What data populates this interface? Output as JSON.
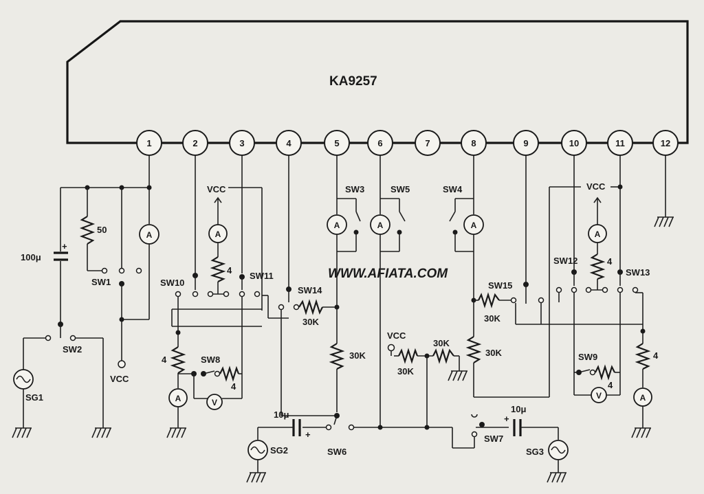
{
  "chip": {
    "name": "KA9257"
  },
  "watermark": "WWW.AFIATA.COM",
  "pins": [
    "1",
    "2",
    "3",
    "4",
    "5",
    "6",
    "7",
    "8",
    "9",
    "10",
    "11",
    "12"
  ],
  "switches": {
    "sw1": "SW1",
    "sw2": "SW2",
    "sw3": "SW3",
    "sw4": "SW4",
    "sw5": "SW5",
    "sw6": "SW6",
    "sw7": "SW7",
    "sw8": "SW8",
    "sw9": "SW9",
    "sw10": "SW10",
    "sw11": "SW11",
    "sw12": "SW12",
    "sw13": "SW13",
    "sw14": "SW14",
    "sw15": "SW15"
  },
  "resistors": {
    "r50": "50",
    "r4a": "4",
    "r4b": "4",
    "r4c": "4",
    "r4d": "4",
    "r4e": "4",
    "r4f": "4",
    "r30k_14": "30K",
    "r30k_5": "30K",
    "r30k_vcc": "30K",
    "r30k_mid": "30K",
    "r30k_8": "30K",
    "r30k_15": "30K"
  },
  "capacitors": {
    "c1": "100μ",
    "c2": "10μ",
    "c3": "10μ"
  },
  "signal_generators": {
    "sg1": "SG1",
    "sg2": "SG2",
    "sg3": "SG3"
  },
  "supply": "VCC",
  "meters": {
    "ammeter": "A",
    "voltmeter": "V"
  },
  "polarity_plus": "+"
}
